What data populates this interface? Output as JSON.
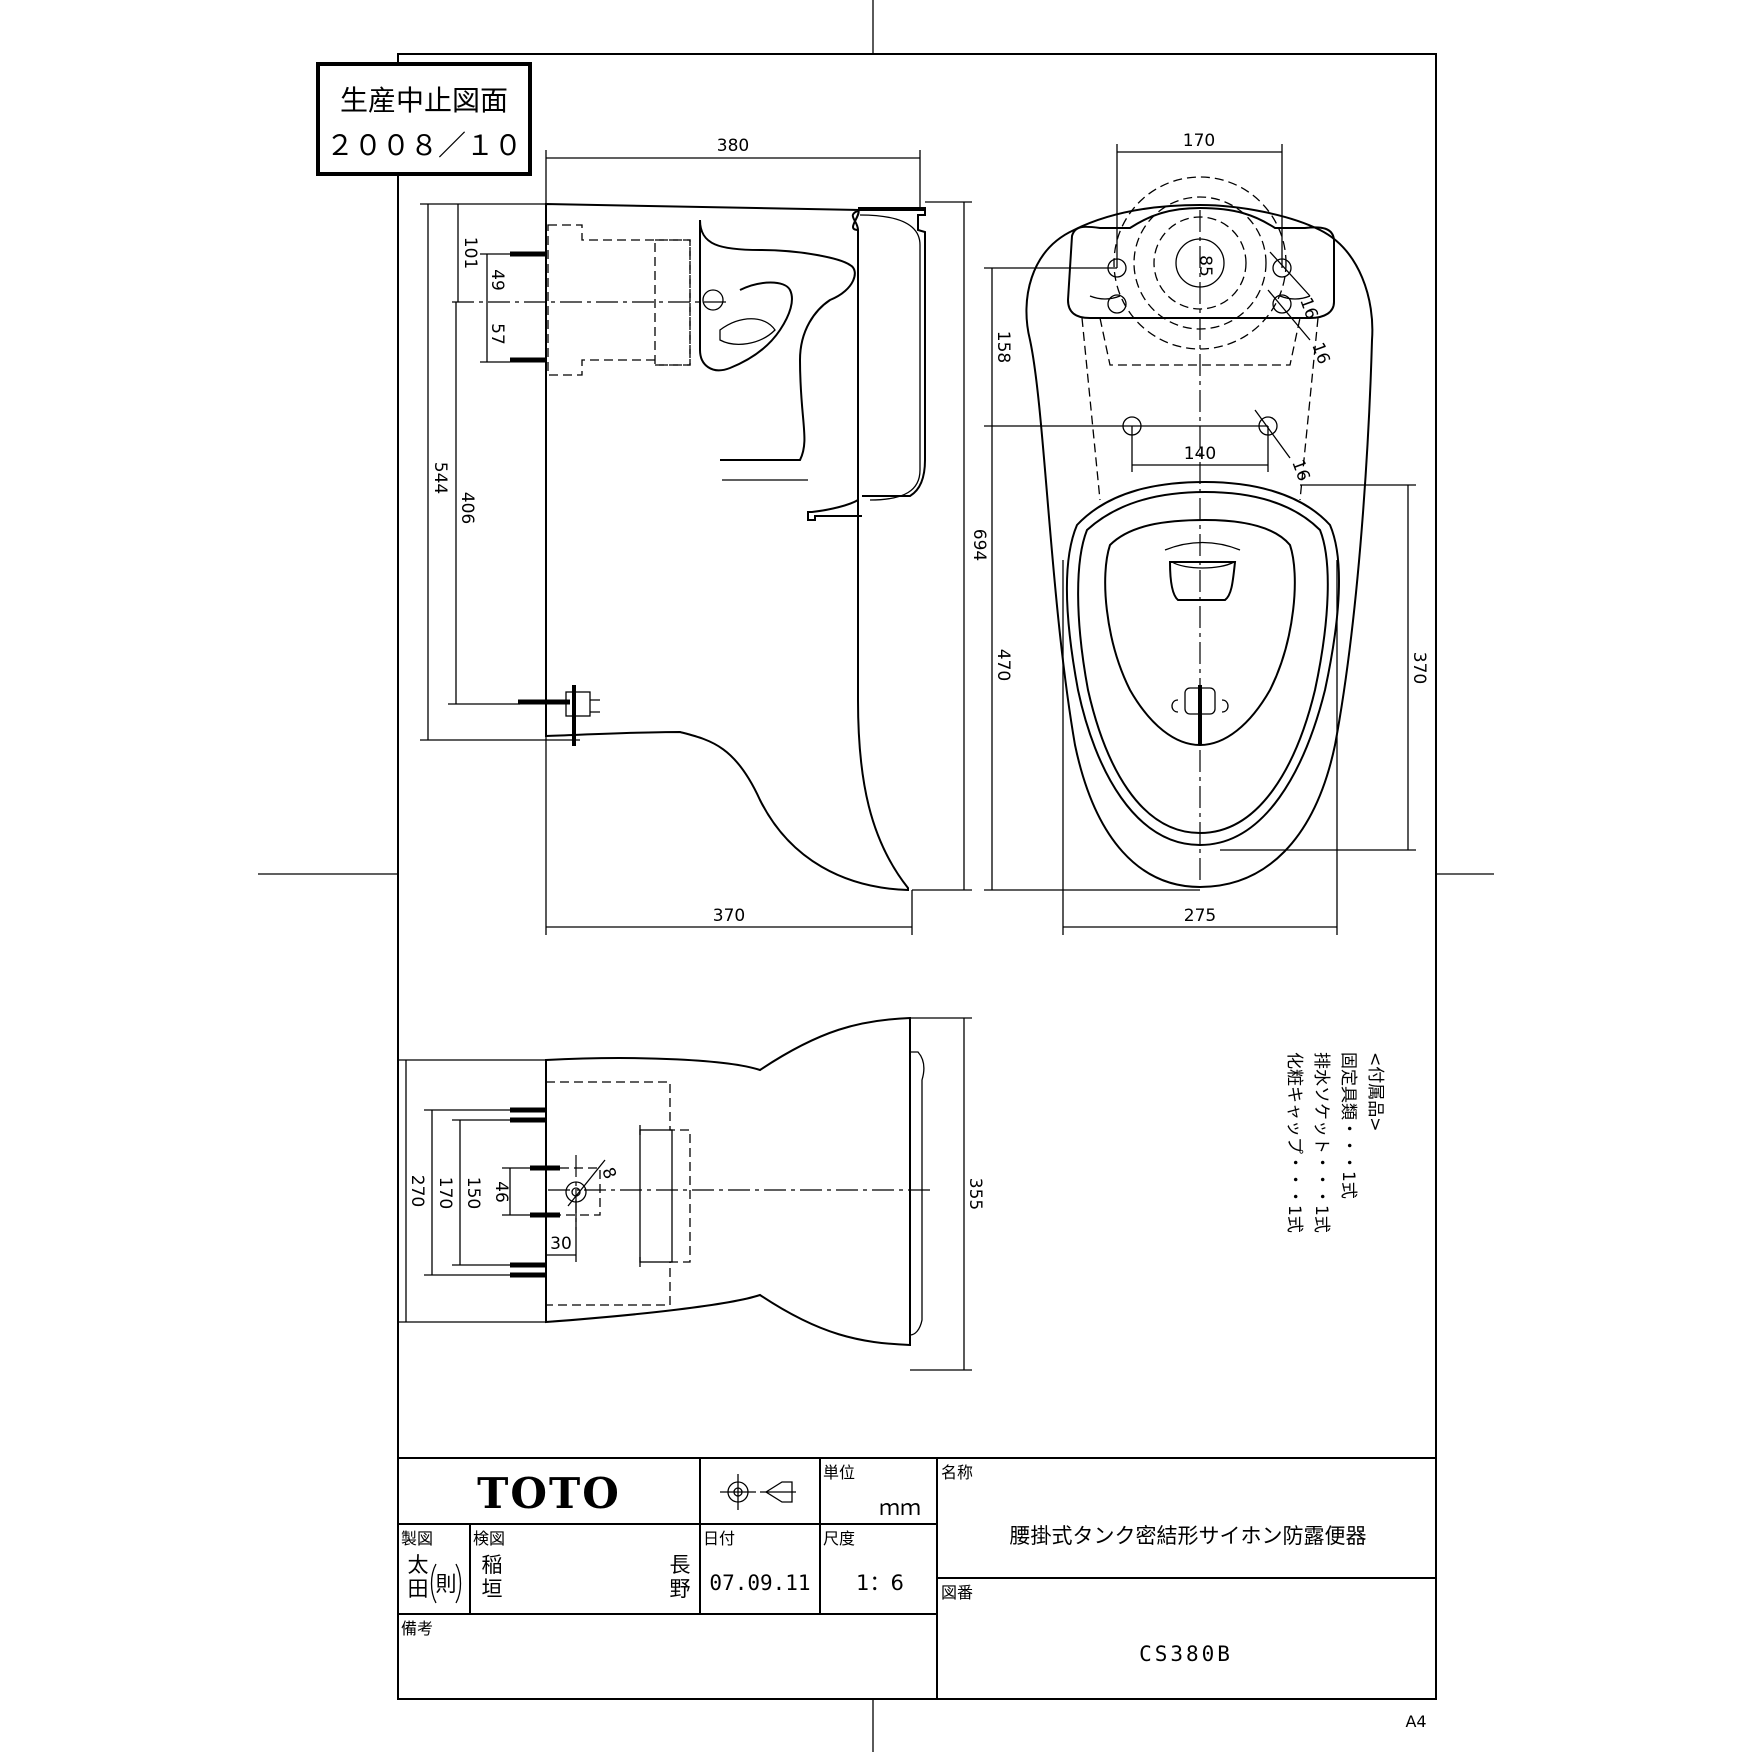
{
  "stamp": {
    "line1": "生産中止図面",
    "line2": "２００８／１０"
  },
  "side_view": {
    "dims": {
      "top_width": "380",
      "bottom_width": "370",
      "total_height": "694",
      "height_544": "544",
      "height_406": "406",
      "d101": "101",
      "d49": "49",
      "d57": "57"
    }
  },
  "top_view": {
    "dims": {
      "width_170": "170",
      "d85": "85",
      "hole_a": "16",
      "hole_b": "16",
      "hole_c": "16",
      "d158": "158",
      "d140": "140",
      "d470": "470",
      "d370": "370",
      "width_275": "275"
    }
  },
  "front_view": {
    "dims": {
      "d270": "270",
      "d170": "170",
      "d150": "150",
      "d46": "46",
      "d30": "30",
      "d8": "8",
      "d355": "355"
    }
  },
  "accessories": {
    "title": "<付属品>",
    "items": [
      "固定具類・・・1式",
      "排水ソケット・・・1式",
      "化粧キャップ・・・1式"
    ]
  },
  "title_block": {
    "brand": "TOTO",
    "unit_label": "単位",
    "unit_value": "ｍｍ",
    "name_label": "名称",
    "name_value": "腰掛式タンク密結形サイホン防露便器",
    "drawn_label": "製図",
    "drawn_value_1": "太",
    "drawn_value_2": "田",
    "drawn_seal": "則",
    "checked_label": "検図",
    "checked_value_1": "稲",
    "checked_value_2": "垣",
    "checked_value_3": "長",
    "checked_value_4": "野",
    "date_label": "日付",
    "date_value": "07.09.11",
    "scale_label": "尺度",
    "scale_value": "1：6",
    "drawing_no_label": "図番",
    "drawing_no_value": "CS380B",
    "remarks_label": "備考"
  },
  "paper_size": "A4"
}
